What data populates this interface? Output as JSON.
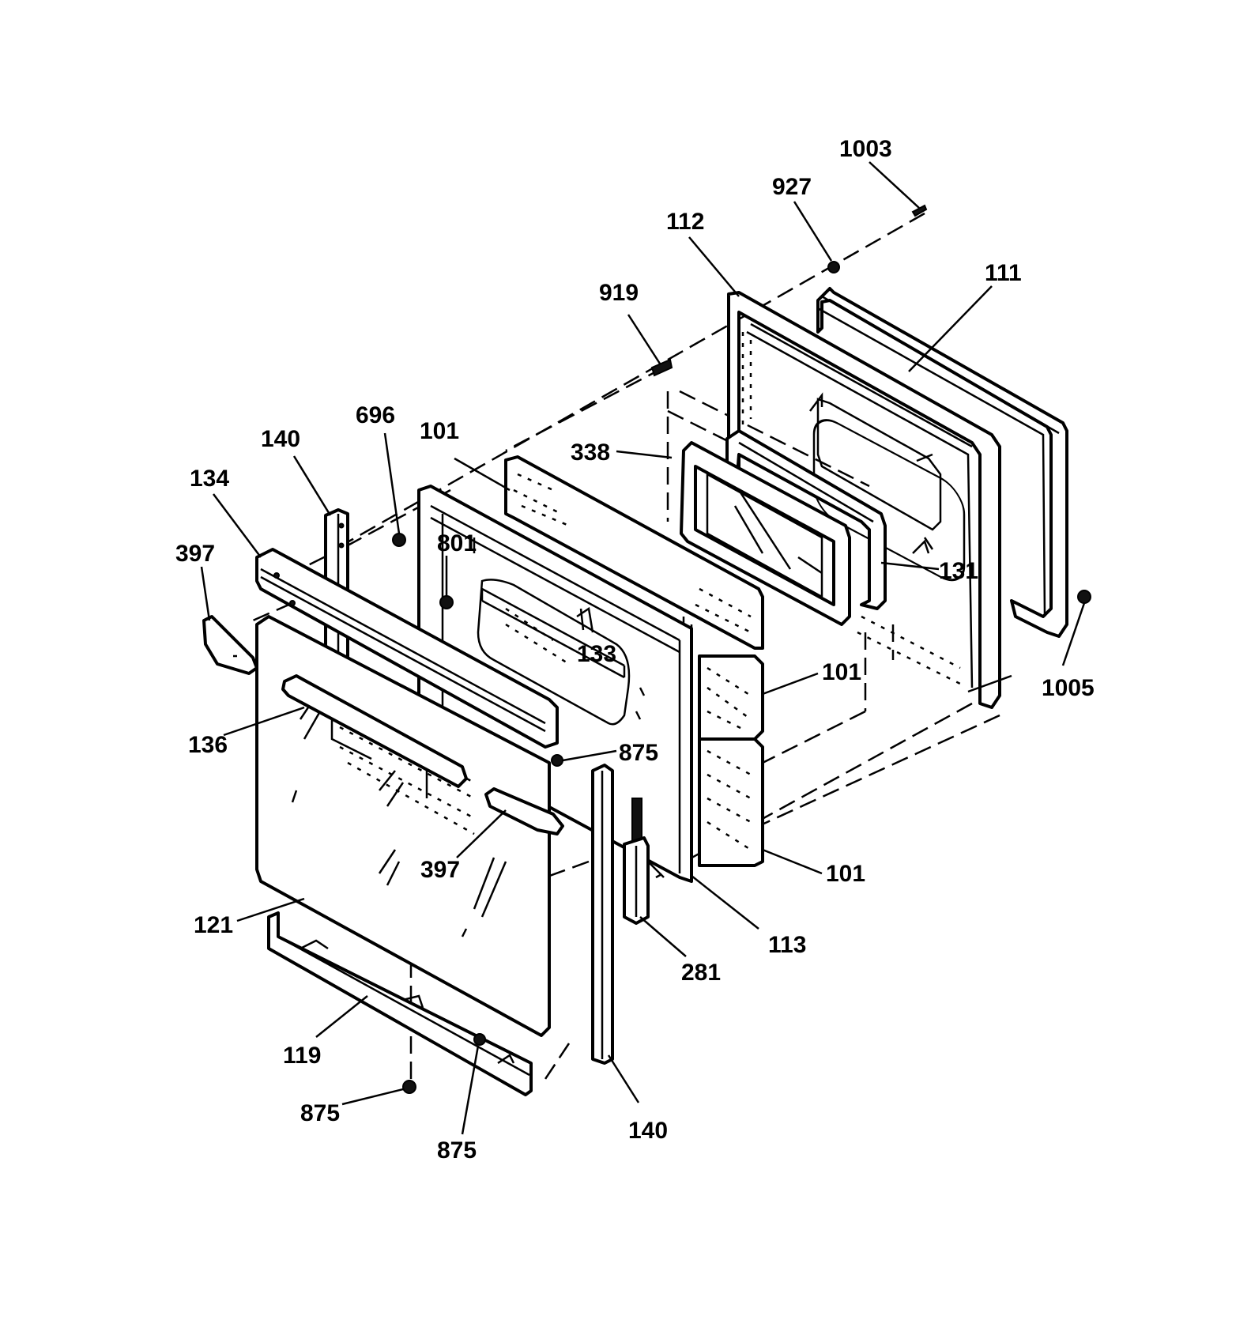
{
  "callouts": [
    {
      "id": "c1003",
      "text": "1003"
    },
    {
      "id": "c927",
      "text": "927"
    },
    {
      "id": "c112",
      "text": "112"
    },
    {
      "id": "c111",
      "text": "111"
    },
    {
      "id": "c919",
      "text": "919"
    },
    {
      "id": "c696",
      "text": "696"
    },
    {
      "id": "c140a",
      "text": "140"
    },
    {
      "id": "c101a",
      "text": "101"
    },
    {
      "id": "c338",
      "text": "338"
    },
    {
      "id": "c134",
      "text": "134"
    },
    {
      "id": "c397a",
      "text": "397"
    },
    {
      "id": "c801",
      "text": "801"
    },
    {
      "id": "c131",
      "text": "131"
    },
    {
      "id": "c1005",
      "text": "1005"
    },
    {
      "id": "c133",
      "text": "133"
    },
    {
      "id": "c101b",
      "text": "101"
    },
    {
      "id": "c136",
      "text": "136"
    },
    {
      "id": "c875a",
      "text": "875"
    },
    {
      "id": "c397b",
      "text": "397"
    },
    {
      "id": "c101c",
      "text": "101"
    },
    {
      "id": "c121",
      "text": "121"
    },
    {
      "id": "c113",
      "text": "113"
    },
    {
      "id": "c281",
      "text": "281"
    },
    {
      "id": "c119",
      "text": "119"
    },
    {
      "id": "c140b",
      "text": "140"
    },
    {
      "id": "c875b",
      "text": "875"
    },
    {
      "id": "c875c",
      "text": "875"
    }
  ]
}
